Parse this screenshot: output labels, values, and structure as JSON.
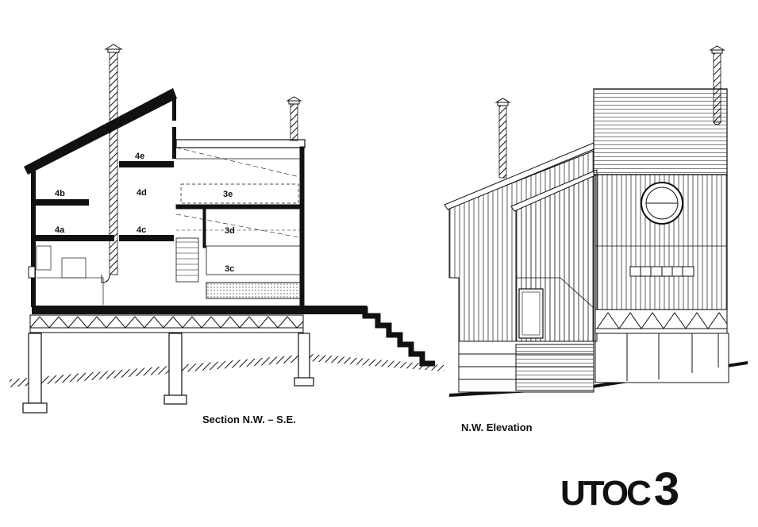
{
  "section": {
    "caption": "Section N.W. – S.E.",
    "rooms": [
      "4e",
      "4b",
      "4d",
      "3e",
      "4a",
      "4c",
      "3d",
      "3c"
    ]
  },
  "elevation": {
    "caption": "N.W. Elevation"
  },
  "title": {
    "word": "UTOC",
    "number": "3"
  }
}
